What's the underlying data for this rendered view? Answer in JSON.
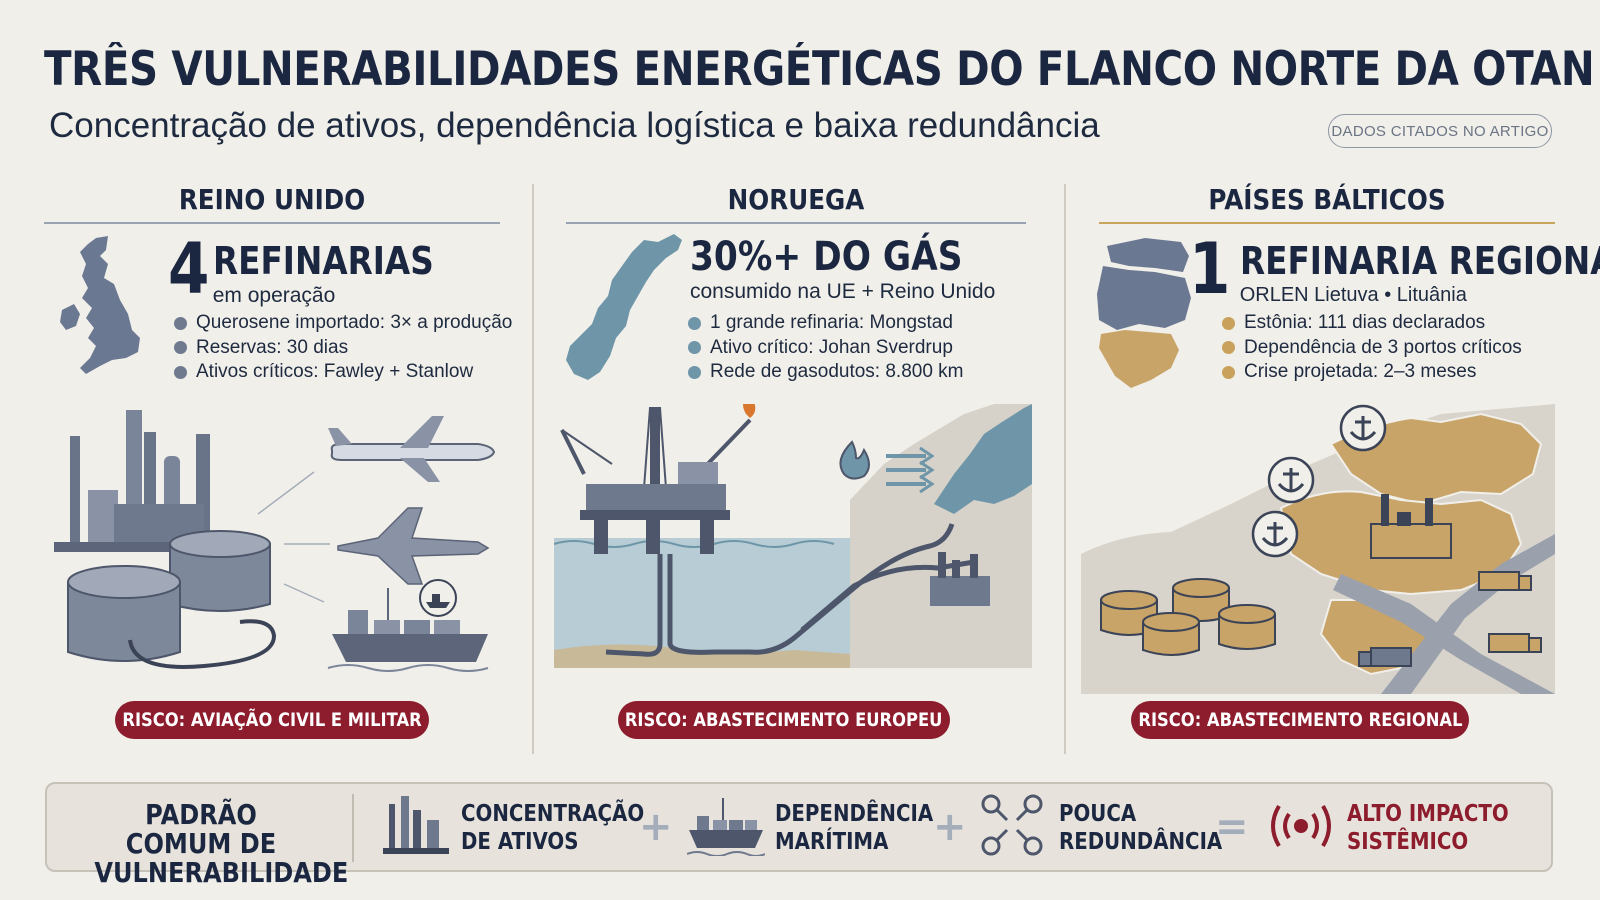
{
  "header": {
    "title": "TRÊS VULNERABILIDADES ENERGÉTICAS DO FLANCO NORTE DA OTAN",
    "subtitle": "Concentração de ativos, dependência logística e baixa redundância",
    "source_badge": "DADOS CITADOS NO ARTIGO"
  },
  "columns": [
    {
      "title": "REINO UNIDO",
      "big_number": "4",
      "big_label": "REFINARIAS",
      "small_label": "em operação",
      "bullets": [
        "Querosene importado: 3× a produção",
        "Reservas: 30 dias",
        "Ativos críticos: Fawley + Stanlow"
      ],
      "risk": "RISCO: AVIAÇÃO CIVIL E MILITAR",
      "bullet_color": "#6f7a8f"
    },
    {
      "title": "NORUEGA",
      "big_label": "30%+ DO GÁS",
      "small_label": "consumido na UE + Reino Unido",
      "bullets": [
        "1 grande refinaria: Mongstad",
        "Ativo crítico: Johan Sverdrup",
        "Rede de gasodutos: 8.800 km"
      ],
      "risk": "RISCO: ABASTECIMENTO EUROPEU",
      "bullet_color": "#6e96a8"
    },
    {
      "title": "PAÍSES BÁLTICOS",
      "big_number": "1",
      "big_label": "REFINARIA REGIONAL",
      "small_label": "ORLEN Lietuva • Lituânia",
      "bullets": [
        "Estônia: 111 dias declarados",
        "Dependência de 3 portos críticos",
        "Crise projetada: 2–3 meses"
      ],
      "risk": "RISCO: ABASTECIMENTO REGIONAL",
      "bullet_color": "#c9a15a"
    }
  ],
  "pattern": {
    "title": "PADRÃO COMUM DE\nVULNERABILIDADE",
    "items": [
      "CONCENTRAÇÃO\nDE ATIVOS",
      "DEPENDÊNCIA\nMARÍTIMA",
      "POUCA\nREDUNDÂNCIA"
    ],
    "result": "ALTO IMPACTO\nSISTÊMICO",
    "plus": "+",
    "equals": "="
  },
  "colors": {
    "navy": "#1b2740",
    "risk_red": "#8d1c2d",
    "steel": "#6f7a8f",
    "teal": "#6e96a8",
    "sand": "#c9a15a"
  },
  "icons": [
    "uk-map-icon",
    "refinery-icon",
    "airplane-icon",
    "fighter-jet-icon",
    "cargo-ship-icon",
    "norway-map-icon",
    "oil-platform-icon",
    "gas-flame-icon",
    "pipeline-icon",
    "baltic-map-icon",
    "anchor-icon",
    "storage-tank-icon",
    "truck-icon",
    "network-icon",
    "alarm-signal-icon"
  ]
}
